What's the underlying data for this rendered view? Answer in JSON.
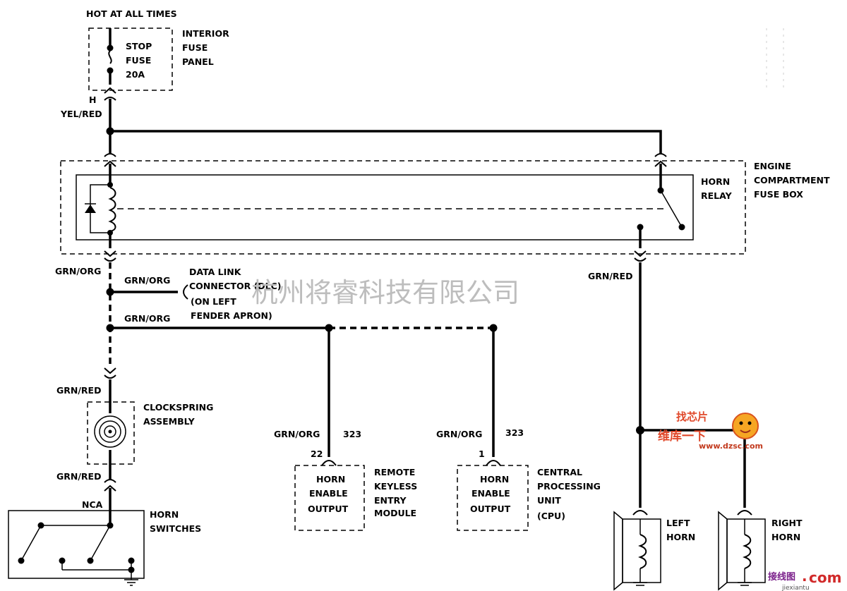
{
  "labels": {
    "hot_at_all_times": "HOT AT ALL TIMES",
    "stop_fuse_1": "STOP",
    "stop_fuse_2": "FUSE",
    "stop_fuse_3": "20A",
    "interior_fuse_1": "INTERIOR",
    "interior_fuse_2": "FUSE",
    "interior_fuse_3": "PANEL",
    "pin_h": "H",
    "yel_red": "YEL/RED",
    "horn_relay_1": "HORN",
    "horn_relay_2": "RELAY",
    "engine_fuse_1": "ENGINE",
    "engine_fuse_2": "COMPARTMENT",
    "engine_fuse_3": "FUSE BOX",
    "grn_org_main": "GRN/ORG",
    "grn_org_dlc": "GRN/ORG",
    "grn_org_bus": "GRN/ORG",
    "dlc_1": "DATA LINK",
    "dlc_2": "CONNECTOR (DLC)",
    "dlc_3": "(ON LEFT",
    "dlc_4": "FENDER APRON)",
    "grn_red_relay": "GRN/RED",
    "grn_red_clock_top": "GRN/RED",
    "clockspring_1": "CLOCKSPRING",
    "clockspring_2": "ASSEMBLY",
    "grn_red_clock_bottom": "GRN/RED",
    "nca": "NCA",
    "horn_switches_1": "HORN",
    "horn_switches_2": "SWITCHES",
    "rke_wire": "GRN/ORG",
    "rke_circuit": "323",
    "rke_pin": "22",
    "rke_box_1": "HORN",
    "rke_box_2": "ENABLE",
    "rke_box_3": "OUTPUT",
    "rke_1": "REMOTE",
    "rke_2": "KEYLESS",
    "rke_3": "ENTRY",
    "rke_4": "MODULE",
    "cpu_wire": "GRN/ORG",
    "cpu_circuit": "323",
    "cpu_pin": "1",
    "cpu_box_1": "HORN",
    "cpu_box_2": "ENABLE",
    "cpu_box_3": "OUTPUT",
    "cpu_1": "CENTRAL",
    "cpu_2": "PROCESSING",
    "cpu_3": "UNIT",
    "cpu_4": "(CPU)",
    "left_horn_1": "LEFT",
    "left_horn_2": "HORN",
    "right_horn_1": "RIGHT",
    "right_horn_2": "HORN"
  },
  "watermarks": {
    "company": "杭州将睿科技有限公司",
    "logo_top": "找芯片",
    "logo_mid": "维库一下",
    "logo_url": "www.dzsc.com",
    "corner_cn": "接线图",
    "corner_dot": ".",
    "corner_com": "com",
    "corner_sub": "jiexiantu"
  }
}
